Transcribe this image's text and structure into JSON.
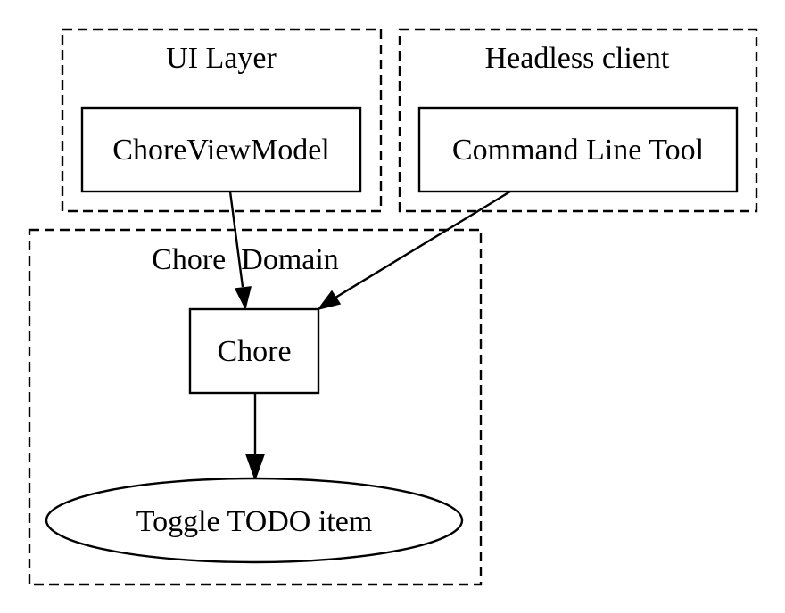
{
  "clusters": {
    "ui_layer": {
      "label": "UI Layer"
    },
    "headless_client": {
      "label": "Headless client"
    },
    "chore_domain": {
      "label": "Chore  Domain"
    }
  },
  "nodes": {
    "chore_view_model": {
      "label": "ChoreViewModel",
      "shape": "box"
    },
    "command_line_tool": {
      "label": "Command Line Tool",
      "shape": "box"
    },
    "chore": {
      "label": "Chore",
      "shape": "box"
    },
    "toggle_todo_item": {
      "label": "Toggle TODO item",
      "shape": "ellipse"
    }
  },
  "edges": [
    {
      "from": "ChoreViewModel",
      "to": "Chore"
    },
    {
      "from": "Command Line Tool",
      "to": "Chore"
    },
    {
      "from": "Chore",
      "to": "Toggle TODO item"
    }
  ]
}
